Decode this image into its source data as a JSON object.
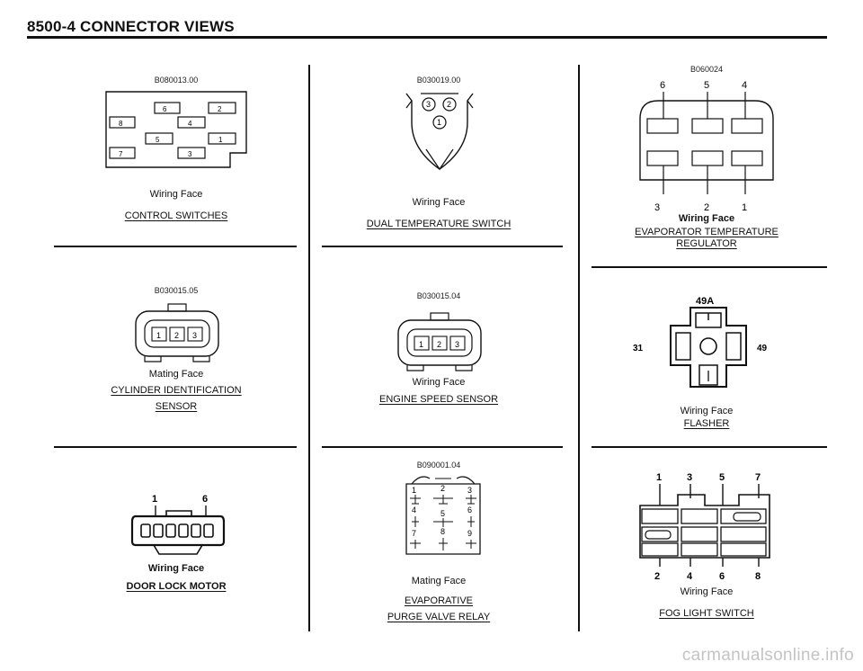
{
  "header": {
    "title": "8500-4 CONNECTOR VIEWS"
  },
  "connectors": [
    {
      "code": "B080013.00",
      "face": "Wiring Face",
      "title": "CONTROL SWITCHES",
      "pins": [
        "2",
        "4",
        "6",
        "8",
        "1",
        "3",
        "5",
        "7"
      ]
    },
    {
      "code": "B030019.00",
      "face": "Wiring Face",
      "title": "DUAL TEMPERATURE SWITCH",
      "pins": [
        "1",
        "2",
        "3"
      ]
    },
    {
      "code": "B060024",
      "face": "Wiring Face",
      "title_lines": [
        "EVAPORATOR TEMPERATURE",
        "REGULATOR"
      ],
      "pins": [
        "6",
        "5",
        "4",
        "3",
        "2",
        "1"
      ]
    },
    {
      "code": "B030015.05",
      "face": "Mating Face",
      "title_lines": [
        "CYLINDER IDENTIFICATION",
        "SENSOR"
      ],
      "pins": [
        "1",
        "2",
        "3"
      ]
    },
    {
      "code": "B030015.04",
      "face": "Wiring Face",
      "title": "ENGINE SPEED SENSOR",
      "pins": [
        "1",
        "2",
        "3"
      ]
    },
    {
      "face": "Wiring Face",
      "title": "FLASHER",
      "pins": [
        "49A",
        "31",
        "49"
      ]
    },
    {
      "face": "Wiring Face",
      "title": "DOOR LOCK MOTOR",
      "pins": [
        "1",
        "6"
      ]
    },
    {
      "code": "B090001.04",
      "face": "Mating Face",
      "title_lines": [
        "EVAPORATIVE",
        "PURGE VALVE RELAY"
      ],
      "pins": [
        "1",
        "2",
        "3",
        "4",
        "5",
        "6",
        "7",
        "8",
        "9"
      ]
    },
    {
      "face": "Wiring Face",
      "title": "FOG LIGHT SWITCH",
      "pins": [
        "1",
        "3",
        "5",
        "7",
        "2",
        "4",
        "6",
        "8"
      ]
    }
  ],
  "watermark": "carmanualsonline.info"
}
